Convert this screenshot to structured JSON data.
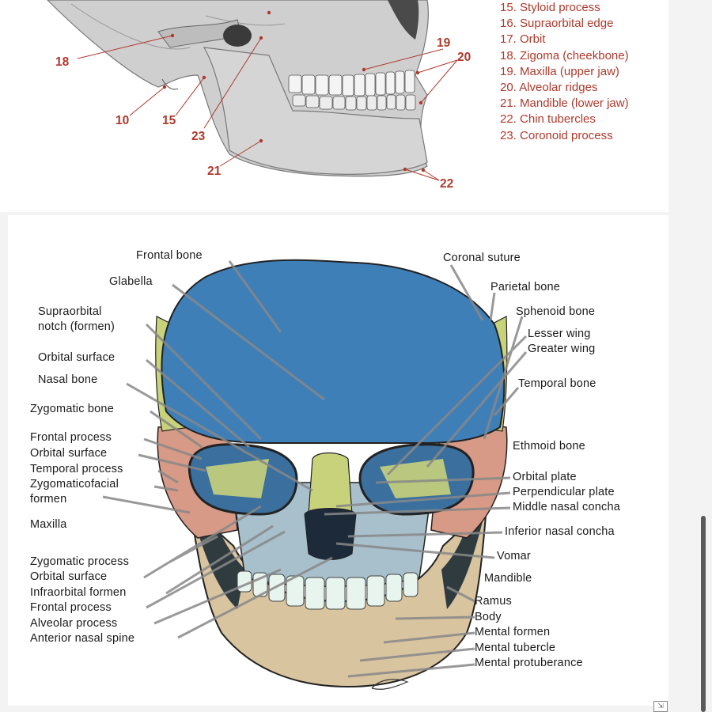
{
  "lateral_view": {
    "legend": [
      "15. Styloid process",
      "16. Supraorbital edge",
      "17. Orbit",
      "18. Zigoma (cheekbone)",
      "19. Maxilla (upper jaw)",
      "20. Alveolar ridges",
      "21. Mandible (lower jaw)",
      "22. Chin tubercles",
      "23. Coronoid process"
    ],
    "numbers": [
      "18",
      "19",
      "20",
      "10",
      "15",
      "23",
      "21",
      "22"
    ]
  },
  "frontal_view": {
    "labels_left": [
      "Frontal bone",
      "Glabella",
      "Supraorbital",
      "notch (formen)",
      "Orbital surface",
      "Nasal bone",
      "Zygomatic bone",
      "Frontal process",
      "Orbital surface",
      "Temporal process",
      "Zygomaticofacial",
      "formen",
      "Maxilla",
      "Zygomatic process",
      "Orbital surface",
      "Infraorbital formen",
      "Frontal process",
      "Alveolar process",
      "Anterior nasal spine"
    ],
    "labels_right": [
      "Coronal suture",
      "Parietal bone",
      "Sphenoid bone",
      "Lesser wing",
      "Greater wing",
      "Temporal bone",
      "Ethmoid bone",
      "Orbital plate",
      "Perpendicular plate",
      "Middle nasal concha",
      "Inferior nasal concha",
      "Vomar",
      "Mandible",
      "Ramus",
      "Body",
      "Mental formen",
      "Mental tubercle",
      "Mental protuberance"
    ]
  },
  "colors": {
    "label_red": "#b0392b",
    "frontal_bone": "#3f7fb8",
    "parietal": "#4a8bc4",
    "sphenoid": "#c8d27a",
    "zygomatic": "#d69a86",
    "maxilla": "#a8c0cc",
    "mandible": "#d9c4a0",
    "teeth": "#e8f5ef"
  }
}
